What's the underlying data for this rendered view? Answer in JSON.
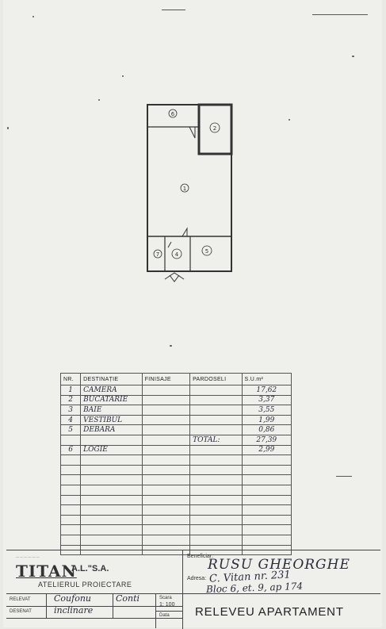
{
  "plan": {
    "room_labels": [
      "6",
      "2",
      "1",
      "7",
      "4",
      "5"
    ]
  },
  "table": {
    "headers": [
      "NR.",
      "DESTINAȚIE",
      "FINISAJE",
      "PARDOSELI",
      "S.U.m²"
    ],
    "rows": [
      {
        "nr": "1",
        "dest": "CAMERA",
        "fin": "",
        "par": "",
        "sum": "17,62"
      },
      {
        "nr": "2",
        "dest": "BUCATARIE",
        "fin": "",
        "par": "",
        "sum": "3,37"
      },
      {
        "nr": "3",
        "dest": "BAIE",
        "fin": "",
        "par": "",
        "sum": "3,55"
      },
      {
        "nr": "4",
        "dest": "VESTIBUL",
        "fin": "",
        "par": "",
        "sum": "1,99"
      },
      {
        "nr": "5",
        "dest": "DEBARA",
        "fin": "",
        "par": "",
        "sum": "0,86"
      },
      {
        "nr": "",
        "dest": "",
        "fin": "",
        "par": "TOTAL:",
        "sum": "27,39"
      },
      {
        "nr": "6",
        "dest": "LOGIE",
        "fin": "",
        "par": "",
        "sum": "2,99"
      },
      {
        "nr": "",
        "dest": "",
        "fin": "",
        "par": "",
        "sum": ""
      },
      {
        "nr": "",
        "dest": "",
        "fin": "",
        "par": "",
        "sum": ""
      },
      {
        "nr": "",
        "dest": "",
        "fin": "",
        "par": "",
        "sum": ""
      },
      {
        "nr": "",
        "dest": "",
        "fin": "",
        "par": "",
        "sum": ""
      },
      {
        "nr": "",
        "dest": "",
        "fin": "",
        "par": "",
        "sum": ""
      },
      {
        "nr": "",
        "dest": "",
        "fin": "",
        "par": "",
        "sum": ""
      },
      {
        "nr": "",
        "dest": "",
        "fin": "",
        "par": "",
        "sum": ""
      },
      {
        "nr": "",
        "dest": "",
        "fin": "",
        "par": "",
        "sum": ""
      },
      {
        "nr": "",
        "dest": "",
        "fin": "",
        "par": "",
        "sum": ""
      },
      {
        "nr": "",
        "dest": "",
        "fin": "",
        "par": "",
        "sum": ""
      }
    ]
  },
  "title_block": {
    "company_brand": "TITAN",
    "company_suffix": "A.L.\"S.A.",
    "department": "ATELIERUL   PROIECTARE",
    "beneficiar_label": "Beneficiar:",
    "beneficiar_value": "RUSU GHEORGHE",
    "adresa_label": "Adresa:",
    "adresa_line1": "C. Vitan nr. 231",
    "adresa_line2": "Bloc 6, et. 9, ap 174",
    "releveu_label": "RELEVAT",
    "releveu_name1": "Coufonu",
    "releveu_name2": "Conti",
    "desenat_label": "DESENAT",
    "desenat_name1": "inclinare",
    "scara_label": "Scara",
    "scara_value": "1: 100",
    "data_label": "Data",
    "drawing_title": "RELEVEU  APARTAMENT"
  }
}
